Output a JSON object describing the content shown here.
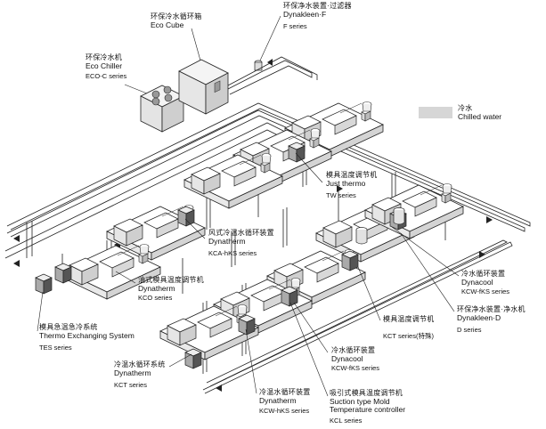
{
  "labels": {
    "eco_cube": {
      "zh": "环保冷水循环箱",
      "en": "Eco Cube"
    },
    "dynakleen_f": {
      "zh": "环保净水装置·过滤器",
      "en": "Dynakleen·F",
      "series": "F series"
    },
    "eco_chiller": {
      "zh": "环保冷水机",
      "en": "Eco Chiller",
      "series": "ECO-C series"
    },
    "chilled_water": {
      "zh": "冷水",
      "en": "Chilled water"
    },
    "just_thermo": {
      "zh": "模具温度调节机",
      "en": "Just thermo",
      "series": "TW series"
    },
    "dynatherm_ka": {
      "zh": "风式冷温水循环装置",
      "en": "Dynatherm",
      "series": "KCA-hKS series"
    },
    "dynatherm_kco": {
      "zh": "油式模具温度调节机",
      "en": "Dynatherm",
      "series": "KCO series"
    },
    "tes": {
      "zh": "模具急温急冷系统",
      "en": "Thermo Exchanging System",
      "series": "TES series"
    },
    "dynacool_kcw_right": {
      "zh": "冷水循环装置",
      "en": "Dynacool",
      "series": "KCW-fKS series"
    },
    "dynakleen_d": {
      "zh": "环保净水装置·净水机",
      "en": "Dynakleen·D",
      "series": "D series"
    },
    "kct_special": {
      "zh": "模具温度调节机",
      "series": "KCT series(特殊)"
    },
    "dynacool_kcw_mid": {
      "zh": "冷水循环装置",
      "en": "Dynacool",
      "series": "KCW-fKS series"
    },
    "dynatherm_kct": {
      "zh": "冷温水循环系统",
      "en": "Dynatherm",
      "series": "KCT series"
    },
    "dynatherm_kcw_hks": {
      "zh": "冷温水循环装置",
      "en": "Dynatherm",
      "series": "KCW-hKS series"
    },
    "suction_kcl": {
      "zh": "吸引式模具温度调节机",
      "en1": "Suction type Mold",
      "en2": "Temperature controller",
      "series": "KCL series"
    }
  }
}
